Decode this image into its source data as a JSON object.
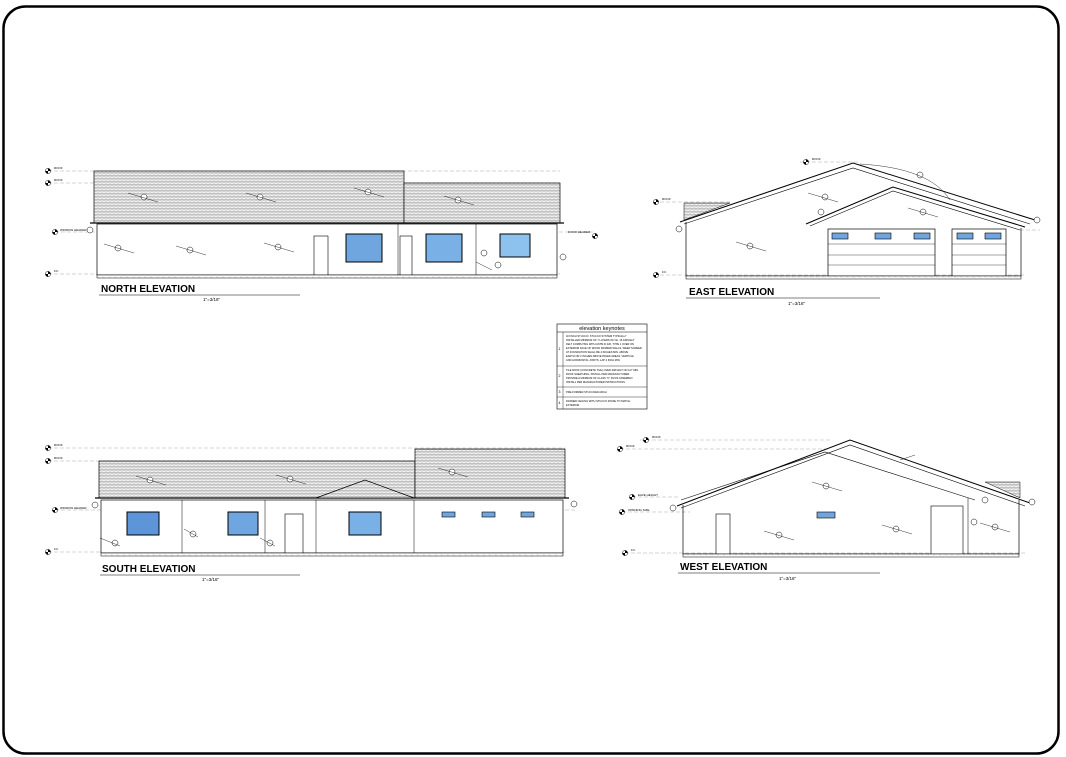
{
  "sheet": {
    "border_color": "#000000",
    "glass_fill": "#6fa6e0"
  },
  "elevations": {
    "north": {
      "title": "NORTH ELEVATION",
      "scale": "1\"=3/16\""
    },
    "east": {
      "title": "EAST ELEVATION",
      "scale": "1\"=3/16\""
    },
    "south": {
      "title": "SOUTH ELEVATION",
      "scale": "1\"=3/16\""
    },
    "west": {
      "title": "WEST ELEVATION",
      "scale": "1\"=3/16\""
    }
  },
  "keynotes": {
    "title": "elevation keynotes",
    "items": [
      {
        "num": "1",
        "lines": [
          "3/4 INCH STUCCO: STUCCO SYSTEM TYPICALLY",
          "INSTALLED MINIMUM OF 7 LAYERS OF No. 15 ASPHALT",
          "FELT COMPLYING WITH ASTM D 226, TYPE 1 OVER ON",
          "EXTERIOR FACE OF WOOD FRAMED WALLS, WEEP SCREED",
          "AT FOUNDATION SHALL BE 4 INCHES MIN. ABOVE",
          "EARTH OR 2 INCHES ABOVE PAVED AREAS, VERTICAL",
          "AND HORIZONTAL JOINTS, LAP 2 INCH MIN."
        ]
      },
      {
        "num": "2",
        "lines": [
          "TILE ROOF (CONCRETE TILE) OVER 30# FELT ON 1/2\" MIN",
          "ROOF SHEATHING, INSTALL PER MANUFACTURER.",
          "PROVIDE A MINIMUM OF CLASS \"C\" ROOF ASSEMBLY.",
          "INSTALL PER MANUFACTURER INSTRUCTIONS."
        ]
      },
      {
        "num": "3",
        "lines": [
          "PRE-FORMED STUCCOED ARCH"
        ]
      },
      {
        "num": "4",
        "lines": [
          "FRAMED CEILING WITH STUCCO FINISH TO MATCH",
          "EXTERIOR."
        ]
      }
    ]
  }
}
